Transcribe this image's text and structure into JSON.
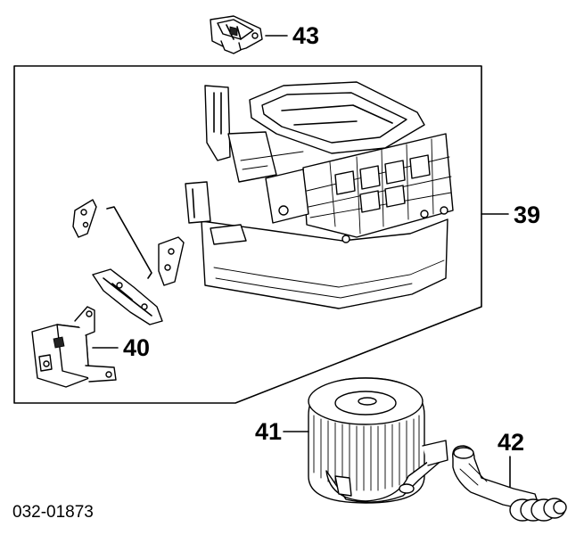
{
  "callouts": {
    "part_43": "43",
    "part_39": "39",
    "part_40": "40",
    "part_41": "41",
    "part_42": "42"
  },
  "diagram_code": "032-01873",
  "parts": [
    {
      "id": "43",
      "icon": "resistor-clip-icon"
    },
    {
      "id": "39",
      "icon": "heater-blower-housing-icon"
    },
    {
      "id": "40",
      "icon": "recirculation-motor-icon"
    },
    {
      "id": "41",
      "icon": "blower-fan-motor-icon"
    },
    {
      "id": "42",
      "icon": "drain-hose-icon"
    }
  ]
}
